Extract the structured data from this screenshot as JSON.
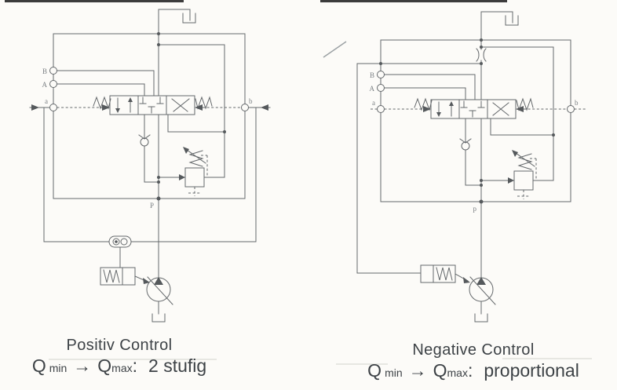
{
  "page": {
    "background_color": "#fcfbf8",
    "ink_color": "#64686b",
    "caption_color": "#3d4246"
  },
  "diagrams": [
    {
      "title": "Positiv Control",
      "formula": {
        "q1": "Q",
        "q1_sub": "min",
        "arrow": "→",
        "q2": "Q",
        "q2_sub": "max",
        "colon": ":",
        "value": "2 stufig"
      },
      "ports": {
        "B": "B",
        "A": "A",
        "a": "a",
        "b": "b",
        "P": "P"
      }
    },
    {
      "title": "Negative Control",
      "formula": {
        "q1": "Q",
        "q1_sub": "min",
        "arrow": "→",
        "q2": "Q",
        "q2_sub": "max",
        "colon": ":",
        "value": "proportional"
      },
      "ports": {
        "B": "B",
        "A": "A",
        "a": "a",
        "b": "b",
        "P": "p"
      }
    }
  ]
}
